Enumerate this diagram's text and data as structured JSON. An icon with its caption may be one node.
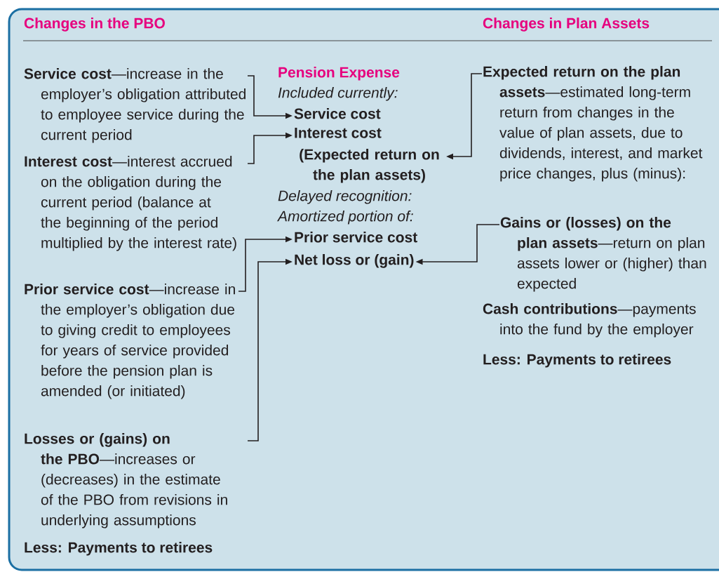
{
  "diagram": {
    "nodes": [
      {
        "text": [
          "**Service cost**—increase in the employer’s obligation attributed to employee service during the current period"
        ]
      },
      {
        "text": [
          "**Interest cost**—interest accrued on the obligation during the current period (balance at the beginning of the period multiplied by the interest rate)"
        ]
      },
      {
        "text": [
          "**Prior service cost**—increase in the employer’s obligation due to giving credit to employees for years of service provided before the pension plan is amended (or initiated)"
        ]
      },
      {
        "text": [
          "**Losses or (gains) on the PBO**—increases or (decreases) in the estimate of the PBO from revisions in underlying assumptions"
        ]
      },
      {
        "text": [
          "Service cost"
        ]
      },
      {
        "text": [
          "Interest cost"
        ]
      },
      {
        "text": [
          "(Expected return on the plan assets)"
        ]
      },
      {
        "text": [
          "Prior service cost"
        ]
      },
      {
        "text": [
          "Net loss or (gain)"
        ]
      },
      {
        "text": [
          "**Expected return on the plan assets**—estimated long-term return from changes in the value of plan assets, due to dividends, interest, and market price changes, plus (minus):"
        ]
      },
      {
        "text": [
          "**Gains or (losses) on the plan assets**—return on plan assets lower or (higher) than expected"
        ]
      }
    ],
    "edges": [
      {
        "from": 0,
        "to": 4,
        "arrow": "to"
      },
      {
        "from": 1,
        "to": 5,
        "arrow": "to"
      },
      {
        "from": 9,
        "to": 6,
        "arrow": "to"
      },
      {
        "from": 2,
        "to": 7,
        "arrow": "to"
      },
      {
        "from": 3,
        "to": 8,
        "arrow": "to"
      },
      {
        "from": 10,
        "to": 8,
        "arrow": "to"
      }
    ],
    "labels": [
      "Changes in the PBO",
      "Changes in Plan Assets",
      "Pension Expense",
      "Included currently:",
      "Delayed recognition:",
      "Amortized portion of:",
      "**Cash contributions**—payments into the fund by the employer",
      "Less: Payments to retirees",
      "Less: Payments to retirees"
    ]
  }
}
